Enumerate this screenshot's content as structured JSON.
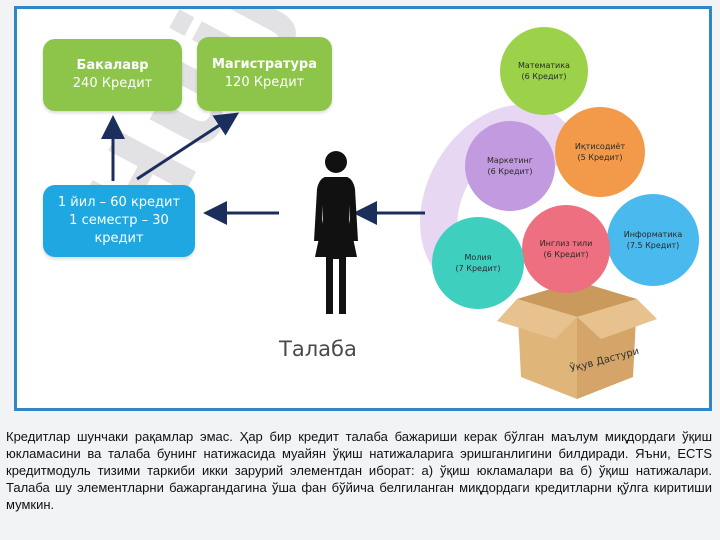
{
  "diagram": {
    "bachelor": {
      "title": "Бакалавр",
      "credits": "240 Кредит"
    },
    "master": {
      "title": "Магистратура",
      "credits": "120 Кредит"
    },
    "year_box": {
      "line1": "1 йил – 60 кредит",
      "line2": "1 семестр – 30 кредит"
    },
    "student_label": "Талаба",
    "program_box_label": "Ўқув Дастури",
    "subjects": [
      {
        "name": "Математика",
        "credits": "(6 Кредит)",
        "color": "#9bd24a"
      },
      {
        "name": "Иқтисодиёт",
        "credits": "(5 Кредит)",
        "color": "#f39a4a"
      },
      {
        "name": "Маркетинг",
        "credits": "(6 Кредит)",
        "color": "#c29ae0"
      },
      {
        "name": "Информатика",
        "credits": "(7.5 Кредит)",
        "color": "#4ab9ee"
      },
      {
        "name": "Инглиз тили",
        "credits": "(6 Кредит)",
        "color": "#ee6f7f"
      },
      {
        "name": "Молия",
        "credits": "(7 Кредит)",
        "color": "#3fcfbf"
      }
    ]
  },
  "watermark": "Hujjat",
  "paragraph": "Кредитлар шунчаки рақамлар эмас. Ҳар бир кредит талаба бажариши керак бўлган маълум миқдордаги ўқиш юкламасини ва талаба бунинг натижасида муайян ўқиш натижаларига эришганлигини билдиради. Яъни, ECTS кредитмодуль тизими таркиби икки зарурий элементдан иборат: а) ўқиш юкламалари ва б) ўқиш натижалари. Талаба шу элементларни бажаргандагина ўша фан бўйича белгиланган миқдордаги кредитларни қўлга киритиши мумкин."
}
